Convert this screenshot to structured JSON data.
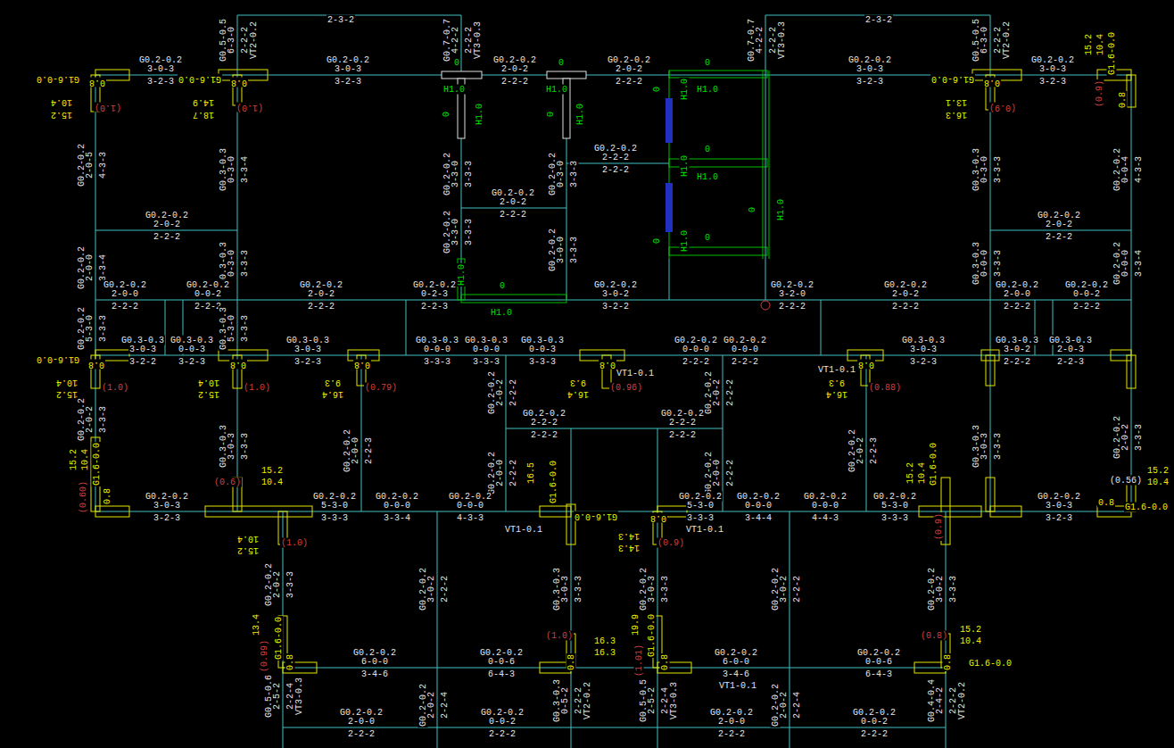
{
  "diagram": {
    "labels": [
      "2-3-2",
      "2-3-2",
      "G0.5-0.5",
      "6-3-0",
      "2-2-2",
      "VT2-0.2",
      "G0.7-0.7",
      "4-2-2",
      "2-2-2",
      "VT3-0.3",
      "G0.7-0.7",
      "4-2-2",
      "2-2-2",
      "VT3-0.3",
      "G0.5-0.5",
      "6-3-0",
      "2-2-2",
      "VT2-0.2",
      "G0.2-0.2",
      "3-0-3",
      "3-2-3",
      "G0.2-0.2",
      "3-0-3",
      "3-2-3",
      "G0.2-0.2",
      "2-0-2",
      "2-2-2",
      "G0.2-0.2",
      "2-0-2",
      "2-2-2",
      "G0.2-0.2",
      "3-0-3",
      "3-2-3",
      "G0.2-0.2",
      "3-0-3",
      "3-2-3",
      "G1.6-0.0",
      "0.8",
      "10.4",
      "15.2",
      "(1.0)",
      "G1.6-0.0",
      "0.8",
      "14.9",
      "18.7",
      "(1.0)",
      "G1.6-0.0",
      "0.8",
      "13.1",
      "16.3",
      "(0.9)",
      "15.2",
      "10.4",
      "G1.6-0.0",
      "0.8",
      "(0.9)",
      "0",
      "0",
      "0",
      "H1.0",
      "H1.0",
      "H1.0",
      "H1.0",
      "0",
      "H1.0",
      "0",
      "H1.0",
      "0",
      "0",
      "H1.0",
      "H1.0",
      "0",
      "H1.0",
      "0",
      "H1.0",
      "0",
      "0",
      "H1.0",
      "H1.0",
      "G0.2-0.2",
      "2-0-5",
      "4-3-3",
      "G0.3-0.3",
      "0-3-0",
      "3-3-4",
      "G0.2-0.2",
      "2-0-0",
      "3-3-4",
      "G0.3-0.3",
      "0-3-0",
      "3-3-3",
      "G0.2-0.2",
      "2-0-2",
      "2-2-2",
      "G0.2-0.2",
      "3-3-0",
      "3-3-3",
      "G0.2-0.2",
      "3-3-0",
      "3-3-3",
      "G0.2-0.2",
      "2-0-2",
      "2-2-2",
      "G0.2-0.2",
      "0-3-0",
      "3-3-3",
      "G0.2-0.2",
      "2-2-2",
      "2-2-2",
      "G0.2-0.2",
      "3-0-0",
      "3-3-3",
      "G0.3-0.3",
      "0-3-0",
      "3-3-3",
      "G0.2-0.2",
      "0-0-4",
      "4-3-3",
      "G0.2-0.2",
      "2-0-2",
      "2-2-2",
      "G0.3-0.3",
      "0-0-0",
      "3-3-3",
      "G0.2-0.2",
      "0-0-0",
      "3-3-4",
      "G0.2-0.2",
      "2-0-0",
      "2-2-2",
      "G0.2-0.2",
      "0-0-2",
      "2-2-2",
      "G0.2-0.2",
      "2-0-2",
      "2-2-2",
      "G0.2-0.2",
      "0-2-3",
      "2-2-3",
      "G0.2-0.2",
      "3-0-2",
      "3-2-2",
      "G0.2-0.2",
      "3-2-0",
      "2-2-2",
      "G0.2-0.2",
      "2-0-2",
      "2-2-2",
      "G0.2-0.2",
      "2-0-0",
      "2-2-2",
      "G0.2-0.2",
      "0-0-2",
      "2-2-2",
      "G0.2-0.2",
      "5-3-0",
      "3-3-3",
      "G0.3-0.3",
      "5-3-0",
      "3-3-3",
      "G0.3-0.3",
      "3-0-3",
      "3-2-2",
      "G0.3-0.3",
      "0-0-3",
      "3-2-3",
      "G0.3-0.3",
      "3-0-3",
      "3-2-3",
      "G0.3-0.3",
      "0-0-0",
      "3-3-3",
      "G0.3-0.3",
      "0-0-0",
      "3-3-3",
      "G0.3-0.3",
      "0-0-3",
      "3-3-3",
      "G0.2-0.2",
      "0-0-0",
      "2-2-2",
      "G0.2-0.2",
      "0-0-0",
      "2-2-2",
      "G0.3-0.3",
      "3-0-3",
      "3-2-3",
      "G0.3-0.3",
      "3-0-2",
      "2-2-2",
      "G0.3-0.3",
      "2-0-3",
      "2-2-3",
      "VT1-0.1",
      "VT1-0.1",
      "G1.6-0.0",
      "0.8",
      "10.4",
      "15.2",
      "(1.0)",
      "0.8",
      "10.4",
      "15.2",
      "(1.0)",
      "0.8",
      "9.3",
      "16.4",
      "(0.79)",
      "0.8",
      "9.3",
      "16.4",
      "(0.96)",
      "0.8",
      "9.3",
      "16.4",
      "(0.88)",
      "G0.2-0.2",
      "2-0-2",
      "2-2-2",
      "G0.2-0.2",
      "2-0-2",
      "2-2-2",
      "G0.2-0.2",
      "2-0-0",
      "2-2-3",
      "G0.2-0.2",
      "2-0-0",
      "2-2-2",
      "G0.2-0.2",
      "2-0-0",
      "2-2-2",
      "G0.2-0.2",
      "2-0-2",
      "2-2-3",
      "G0.3-0.3",
      "3-0-3",
      "3-3-3",
      "G0.2-0.2",
      "2-0-2",
      "3-3-3",
      "G0.3-0.3",
      "3-0-3",
      "3-3-3",
      "G0.2-0.2",
      "2-0-2",
      "3-3-3",
      "G0.2-0.2",
      "2-2-2",
      "2-2-2",
      "G0.2-0.2",
      "2-2-2",
      "2-2-2",
      "G0.2-0.2",
      "3-0-3",
      "3-2-3",
      "G0.2-0.2",
      "5-3-0",
      "3-3-3",
      "G0.2-0.2",
      "0-0-0",
      "3-3-4",
      "G0.2-0.2",
      "0-0-0",
      "4-3-3",
      "G0.2-0.2",
      "5-3-0",
      "3-3-3",
      "G0.2-0.2",
      "0-0-0",
      "3-4-4",
      "G0.2-0.2",
      "0-0-0",
      "4-4-3",
      "G0.2-0.2",
      "5-3-0",
      "3-3-3",
      "G0.2-0.2",
      "3-0-3",
      "3-2-3",
      "VT1-0.1",
      "VT1-0.1",
      "15.2",
      "10.4",
      "G1.6-0.0",
      "0.8",
      "(0.60)",
      "(0.6)",
      "15.2",
      "10.4",
      "(0.56)",
      "15.2",
      "10.4",
      "0.8",
      "G1.6-0.0",
      "16.5",
      "G1.6-0.0",
      "G1.6-0.0",
      "0.8",
      "14.3",
      "14.3",
      "(0.9)",
      "10.4",
      "15.2",
      "(1.0)",
      "15.2",
      "10.4",
      "G1.6-0.0",
      "(0.9)",
      "G0.2-0.2",
      "2-0-2",
      "3-3-3",
      "G0.2-0.2",
      "3-0-2",
      "2-2-2",
      "G0.3-0.3",
      "3-0-3",
      "3-3-3",
      "G0.2-0.2",
      "3-0-3",
      "3-3-3",
      "G0.2-0.2",
      "3-0-2",
      "2-2-2",
      "G0.2-0.2",
      "3-0-2",
      "3-3-3",
      "13.4",
      "G1.6-0.0",
      "0.8",
      "(0.99)",
      "16.3",
      "16.3",
      "(1.0)",
      "0.8",
      "19.9",
      "G1.6-0.0",
      "(1.01)",
      "0.8",
      "15.2",
      "10.4",
      "(0.8)",
      "0.8",
      "G1.6-0.0",
      "G0.2-0.2",
      "6-0-0",
      "3-4-6",
      "G0.2-0.2",
      "0-0-6",
      "6-4-3",
      "G0.2-0.2",
      "6-0-0",
      "3-4-6",
      "G0.2-0.2",
      "0-0-6",
      "6-4-3",
      "VT1-0.1",
      "G0.5-0.6",
      "2-5-2",
      "2-2-4",
      "VT3-0.3",
      "G0.2-0.2",
      "2-0-2",
      "2-2-4",
      "G0.3-0.3",
      "0-5-2",
      "2-2-2",
      "VT2-0.2",
      "G0.5-0.5",
      "2-5-2",
      "2-2-4",
      "VT3-0.3",
      "G0.2-0.2",
      "2-0-2",
      "2-2-4",
      "G0.4-0.4",
      "2-4-2",
      "2-2-2",
      "VT2-0.2",
      "G0.2-0.2",
      "2-0-0",
      "2-2-2",
      "G0.2-0.2",
      "0-0-2",
      "2-2-2",
      "G0.2-0.2",
      "2-0-0",
      "2-2-2",
      "G0.2-0.2",
      "0-0-2",
      "2-2-2"
    ]
  }
}
